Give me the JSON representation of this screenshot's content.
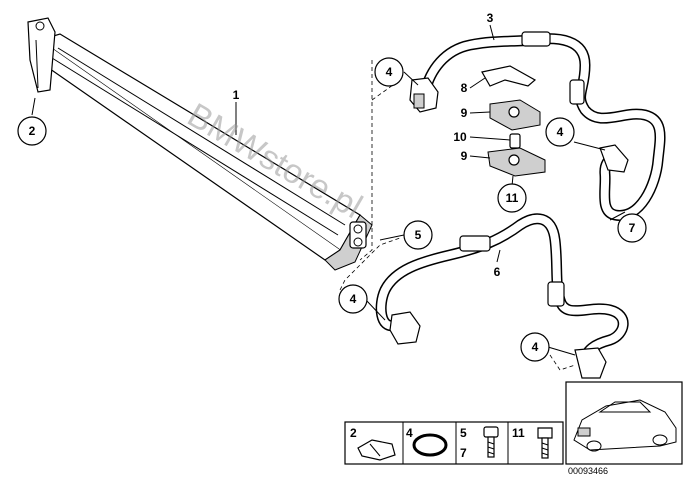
{
  "callouts": {
    "c1": "1",
    "c2": "2",
    "c3": "3",
    "c4a": "4",
    "c4b": "4",
    "c4c": "4",
    "c4d": "4",
    "c5": "5",
    "c6": "6",
    "c7": "7",
    "c8": "8",
    "c9a": "9",
    "c9b": "9",
    "c10": "10",
    "c11": "11"
  },
  "legend": {
    "l2": "2",
    "l4": "4",
    "l5": "5",
    "l7": "7",
    "l11": "11"
  },
  "watermark": "BMWstore.pl",
  "diagram_code": "00093466"
}
